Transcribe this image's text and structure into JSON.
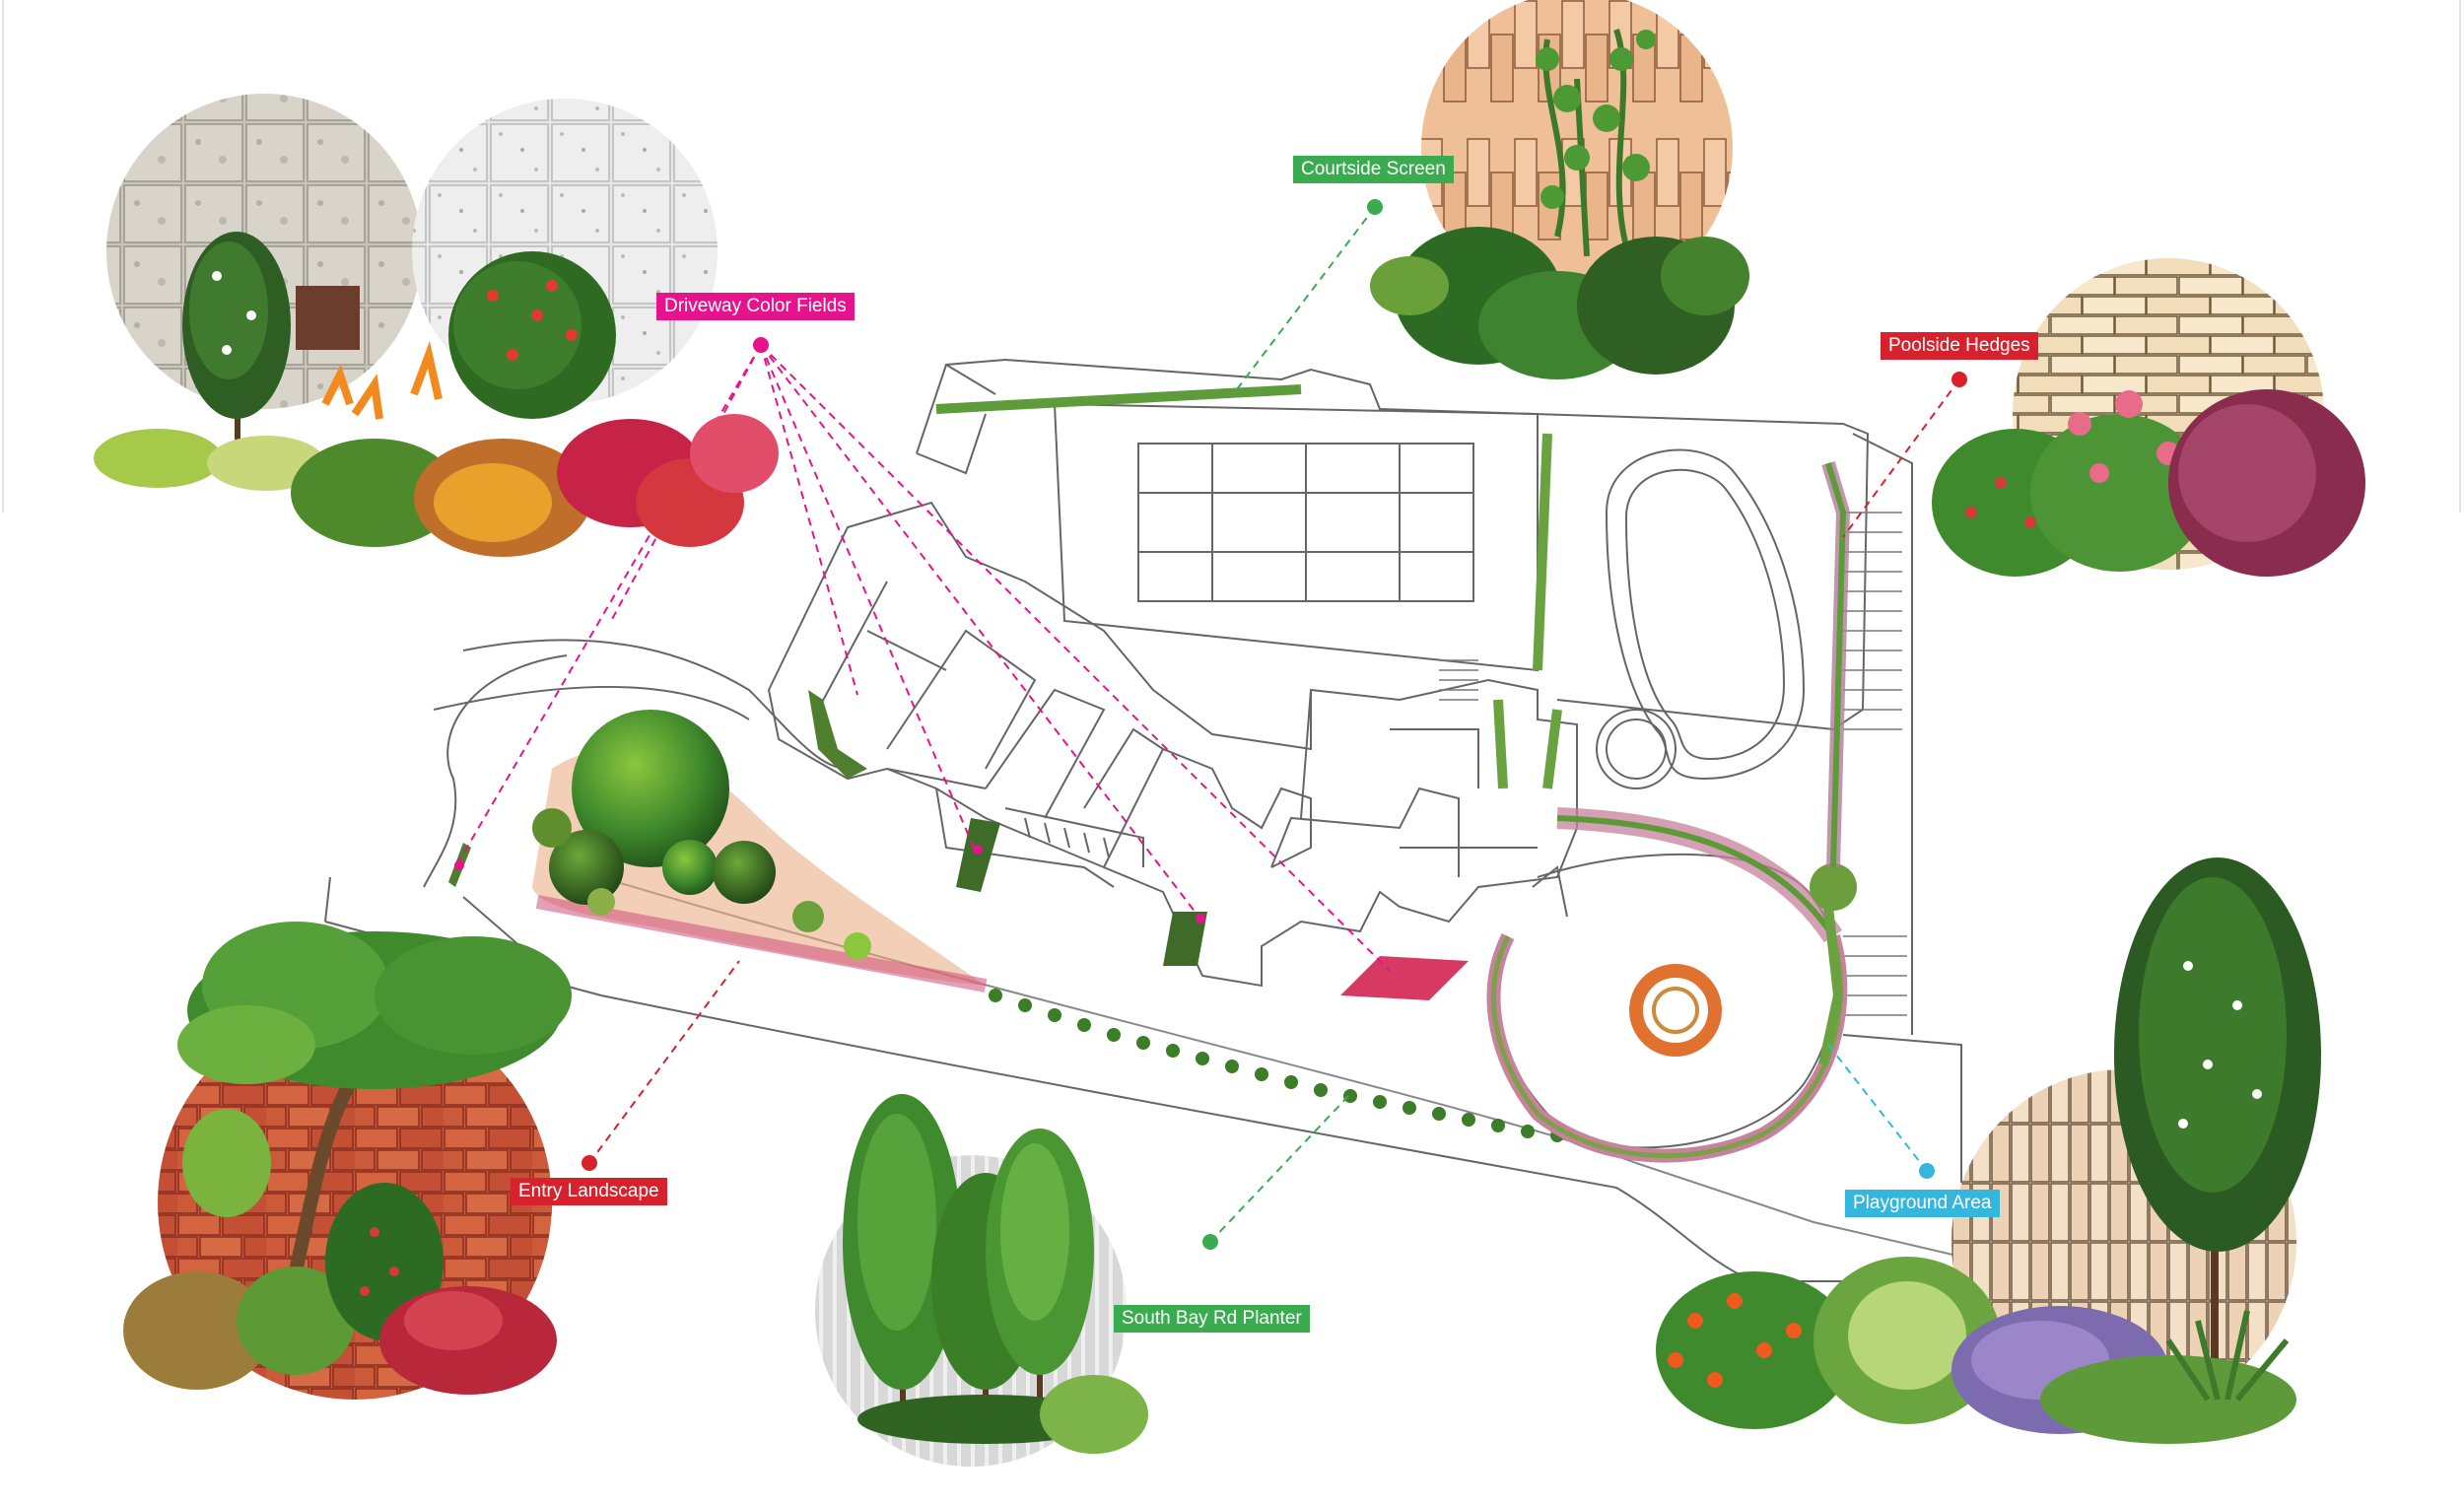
{
  "callouts": [
    {
      "id": "courtside",
      "label": "Courtside Screen",
      "color": "#3aab4f"
    },
    {
      "id": "driveway",
      "label": "Driveway Color Fields",
      "color": "#e6138c"
    },
    {
      "id": "poolside",
      "label": "Poolside Hedges",
      "color": "#d7212c"
    },
    {
      "id": "entry",
      "label": "Entry Landscape",
      "color": "#d7212c"
    },
    {
      "id": "southbay",
      "label": "South Bay Rd Planter",
      "color": "#3aab4f"
    },
    {
      "id": "playground",
      "label": "Playground Area",
      "color": "#35b6dc"
    }
  ],
  "icons": [
    "plant-vignette",
    "tennis-court",
    "swimming-pool",
    "flower-bed",
    "tree"
  ]
}
